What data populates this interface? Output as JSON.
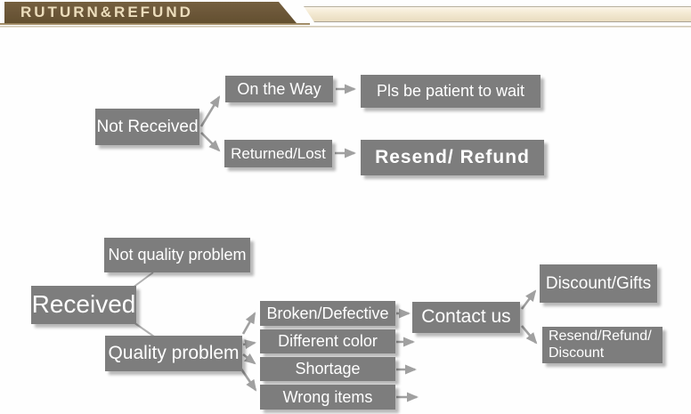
{
  "header": {
    "title": "RUTURN&REFUND"
  },
  "colors": {
    "banner_brown": "#6b5638",
    "banner_text": "#ecddbc",
    "cream_bar": "#f3e9d2",
    "node_bg": "#7d7d7d",
    "node_text": "#ffffff",
    "arrow": "#a0a0a0"
  },
  "flow": {
    "not_received": "Not Received",
    "on_the_way": "On the Way",
    "pls_wait": "Pls be patient to wait",
    "returned_lost": "Returned/Lost",
    "resend_refund": "Resend/ Refund",
    "not_quality_problem": "Not quality problem",
    "received": "Received",
    "quality_problem": "Quality problem",
    "broken_defective": "Broken/Defective",
    "different_color": "Different color",
    "shortage": "Shortage",
    "wrong_items": "Wrong items",
    "contact_us": "Contact us",
    "discount_gifts": "Discount/Gifts",
    "resend_refund_discount": "Resend/Refund/ Discount"
  }
}
